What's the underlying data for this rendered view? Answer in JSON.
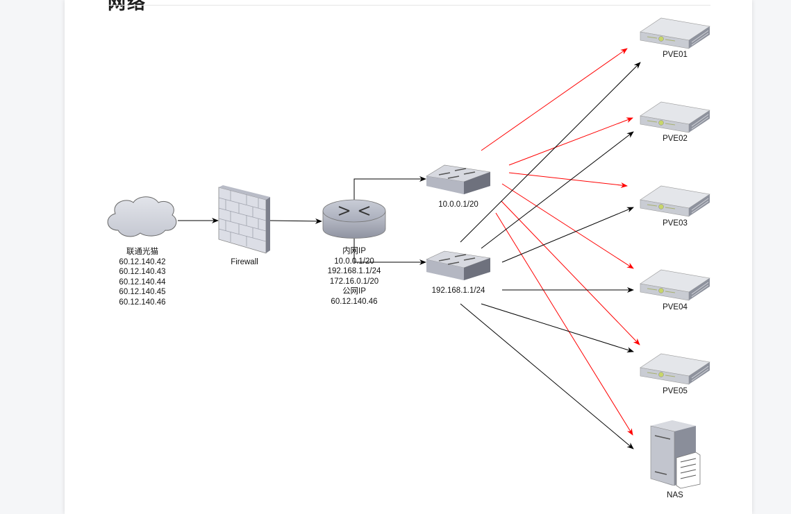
{
  "page": {
    "heading": "网络"
  },
  "nodes": {
    "modem": {
      "title": "联通光猫",
      "ips": [
        "60.12.140.42",
        "60.12.140.43",
        "60.12.140.44",
        "60.12.140.45",
        "60.12.140.46"
      ]
    },
    "firewall": {
      "label": "Firewall"
    },
    "router": {
      "lines": [
        "内网IP",
        "10.0.0.1/20",
        "192.168.1.1/24",
        "172.16.0.1/20",
        "公网IP",
        "60.12.140.46"
      ]
    },
    "switch_a": {
      "label": "10.0.0.1/20"
    },
    "switch_b": {
      "label": "192.168.1.1/24"
    },
    "servers": [
      {
        "label": "PVE01"
      },
      {
        "label": "PVE02"
      },
      {
        "label": "PVE03"
      },
      {
        "label": "PVE04"
      },
      {
        "label": "PVE05"
      },
      {
        "label": "NAS"
      }
    ]
  },
  "connections": {
    "colors": {
      "switch_a_links": "#ff0000",
      "switch_b_links": "#000000"
    },
    "edges": [
      {
        "from": "modem",
        "to": "firewall"
      },
      {
        "from": "firewall",
        "to": "router"
      },
      {
        "from": "router",
        "to": "switch_a"
      },
      {
        "from": "router",
        "to": "switch_b"
      },
      {
        "from": "switch_a",
        "to": "PVE01"
      },
      {
        "from": "switch_a",
        "to": "PVE02"
      },
      {
        "from": "switch_a",
        "to": "PVE03"
      },
      {
        "from": "switch_a",
        "to": "PVE04"
      },
      {
        "from": "switch_a",
        "to": "PVE05"
      },
      {
        "from": "switch_a",
        "to": "NAS"
      },
      {
        "from": "switch_b",
        "to": "PVE01"
      },
      {
        "from": "switch_b",
        "to": "PVE02"
      },
      {
        "from": "switch_b",
        "to": "PVE03"
      },
      {
        "from": "switch_b",
        "to": "PVE04"
      },
      {
        "from": "switch_b",
        "to": "PVE05"
      },
      {
        "from": "switch_b",
        "to": "NAS"
      }
    ]
  }
}
